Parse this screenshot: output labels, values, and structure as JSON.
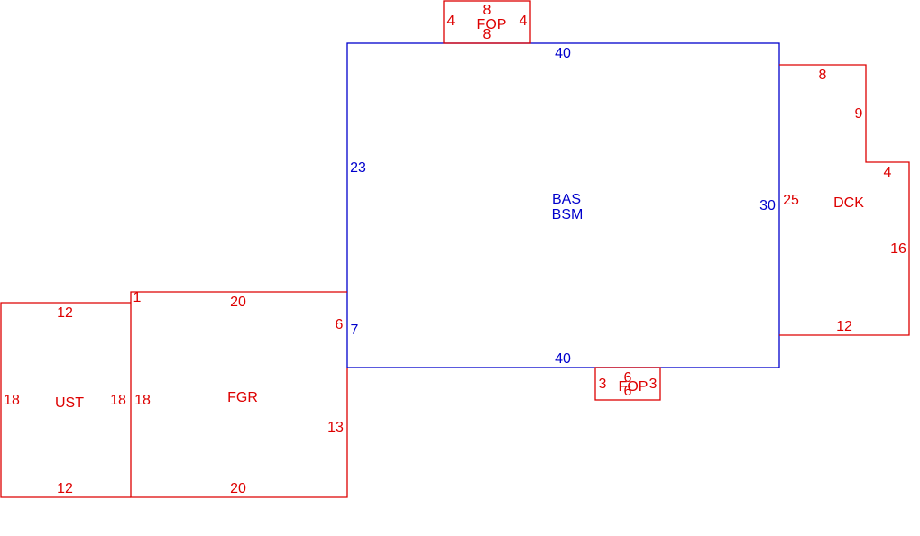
{
  "colors": {
    "main": "#0000cc",
    "addition": "#dd0000",
    "background": "#ffffff"
  },
  "areas": {
    "bas": "BAS",
    "bsm": "BSM",
    "fop_top": "FOP",
    "fop_bottom": "FOP",
    "dck": "DCK",
    "fgr": "FGR",
    "ust": "UST"
  },
  "dimensions": {
    "main_top": "40",
    "main_bottom": "40",
    "main_left_upper": "23",
    "main_left_lower": "7",
    "main_right": "30",
    "fop_top_top": "8",
    "fop_top_bottom": "8",
    "fop_top_left": "4",
    "fop_top_right": "4",
    "fop_bottom_top": "6",
    "fop_bottom_bottom": "6",
    "fop_bottom_left": "3",
    "fop_bottom_right": "3",
    "dck_top": "8",
    "dck_right_upper": "9",
    "dck_step": "4",
    "dck_right_lower": "16",
    "dck_bottom": "12",
    "dck_left": "25",
    "fgr_top": "20",
    "fgr_bottom": "20",
    "fgr_left": "18",
    "fgr_right_upper": "6",
    "fgr_right_lower": "13",
    "fgr_corner": "1",
    "ust_top": "12",
    "ust_bottom": "12",
    "ust_left": "18",
    "ust_right": "18"
  }
}
